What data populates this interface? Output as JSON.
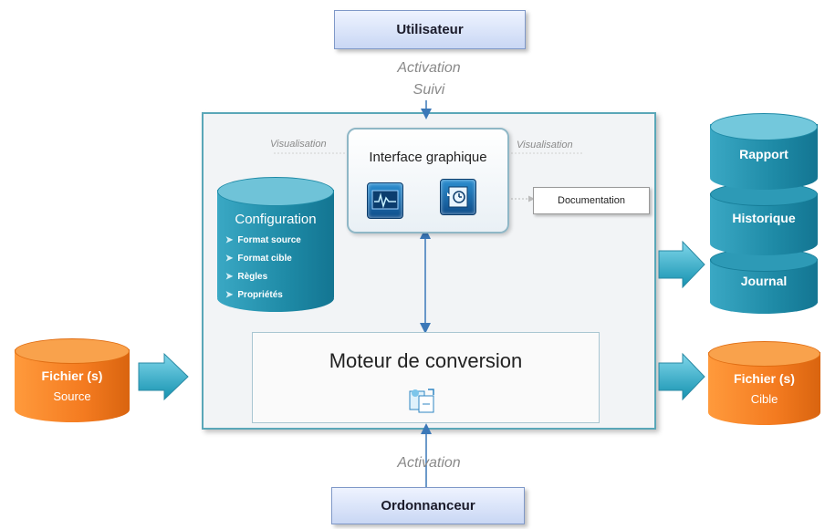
{
  "actors": {
    "top": "Utilisateur",
    "bottom": "Ordonnanceur"
  },
  "flows": {
    "top_line1": "Activation",
    "top_line2": "Suivi",
    "bottom": "Activation",
    "visualisation_left": "Visualisation",
    "visualisation_right": "Visualisation"
  },
  "gui": {
    "title": "Interface graphique",
    "icons": [
      "monitor-chart-icon",
      "history-clock-icon"
    ]
  },
  "documentation": "Documentation",
  "configuration": {
    "title": "Configuration",
    "items": [
      "Format source",
      "Format cible",
      "Règles",
      "Propriétés"
    ]
  },
  "engine": {
    "title": "Moteur de conversion",
    "icon": "conversion-icon"
  },
  "outputs": [
    "Rapport",
    "Historique",
    "Journal"
  ],
  "source": {
    "line1": "Fichier (s)",
    "line2": "Source"
  },
  "target": {
    "line1": "Fichier (s)",
    "line2": "Cible"
  },
  "colors": {
    "teal": "#1a8aa6",
    "orange": "#f47b20",
    "frame": "#5aa7b8",
    "actor_fill": "#c9d7f4",
    "arrow": "#1aa3c0"
  }
}
